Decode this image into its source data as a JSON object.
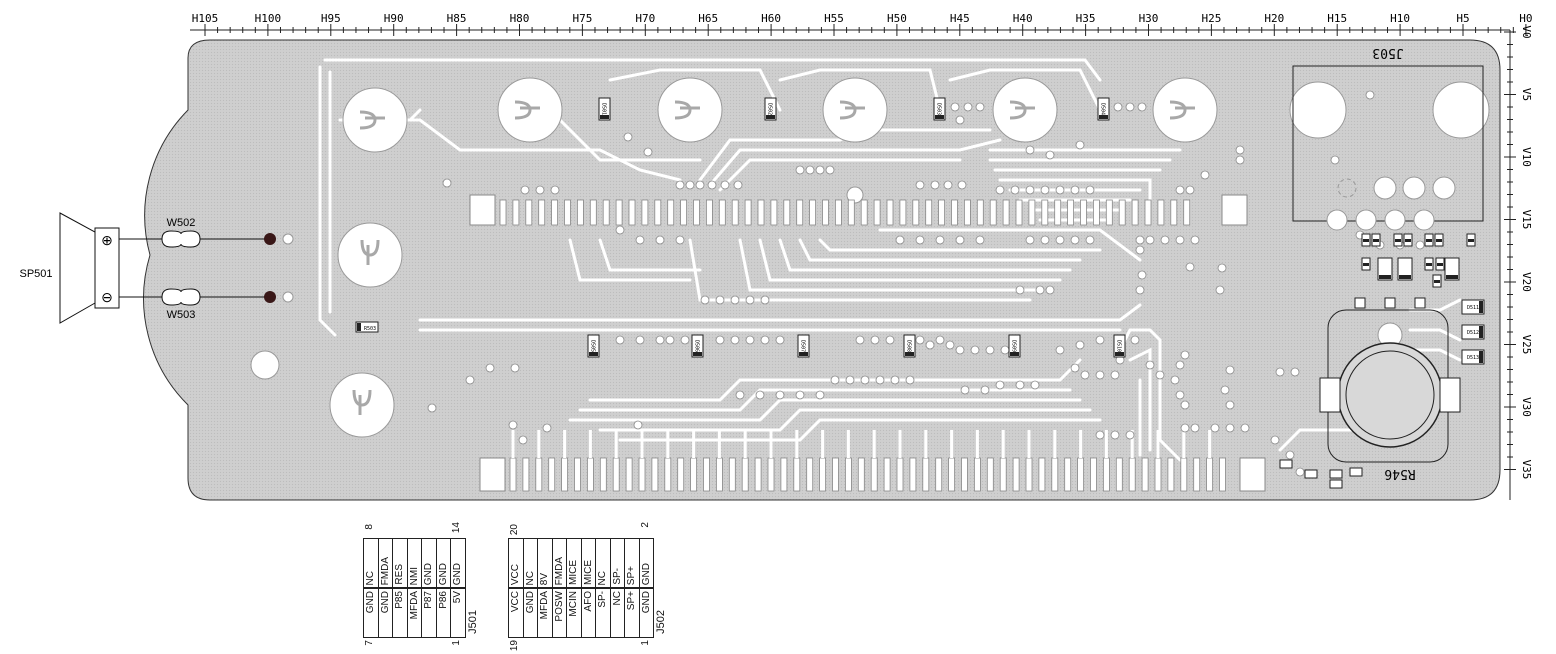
{
  "board": {
    "h_scale": [
      "H105",
      "H100",
      "H95",
      "H90",
      "H85",
      "H80",
      "H75",
      "H70",
      "H65",
      "H60",
      "H55",
      "H50",
      "H45",
      "H40",
      "H35",
      "H30",
      "H25",
      "H20",
      "H15",
      "H10",
      "H5",
      "H0"
    ],
    "v_scale": [
      "V0",
      "V5",
      "V10",
      "V15",
      "V20",
      "V25",
      "V30",
      "V35"
    ],
    "top_ref_label": "J503",
    "bottom_ref_label": "R546",
    "top_led_labels": [
      "D501",
      "D502",
      "D503",
      "D504"
    ],
    "mid_led_labels": [
      "D505",
      "D506",
      "D507",
      "D508",
      "D509",
      "D510"
    ],
    "small_part_label": "R503",
    "right_part_labels": [
      "D511",
      "D512",
      "D513"
    ]
  },
  "speaker": {
    "name": "SP501",
    "plus_symbol": "⊕",
    "minus_symbol": "⊖",
    "wire_top": "W502",
    "wire_bottom": "W503"
  },
  "j501": {
    "name": "J501",
    "top_row": [
      "NC",
      "FMDA",
      "RES",
      "NMI",
      "GND",
      "GND",
      "GND"
    ],
    "bottom_row": [
      "GND",
      "GND",
      "P85",
      "MFDA",
      "P87",
      "P86",
      "5V"
    ],
    "pin_top_left": "8",
    "pin_top_right": "14",
    "pin_bottom_left": "7",
    "pin_bottom_right": "1"
  },
  "j502": {
    "name": "J502",
    "top_row": [
      "VCC",
      "NC",
      "8V",
      "FMDA",
      "MICE",
      "MICE",
      "NC",
      "SP-",
      "SP+",
      "GND"
    ],
    "bottom_row": [
      "VCC",
      "GND",
      "MFDA",
      "POSW",
      "MCIN",
      "AFO",
      "SP-",
      "NC",
      "SP+",
      "GND"
    ],
    "pin_top_left": "20",
    "pin_top_right": "2",
    "pin_bottom_left": "19",
    "pin_bottom_right": "1"
  }
}
